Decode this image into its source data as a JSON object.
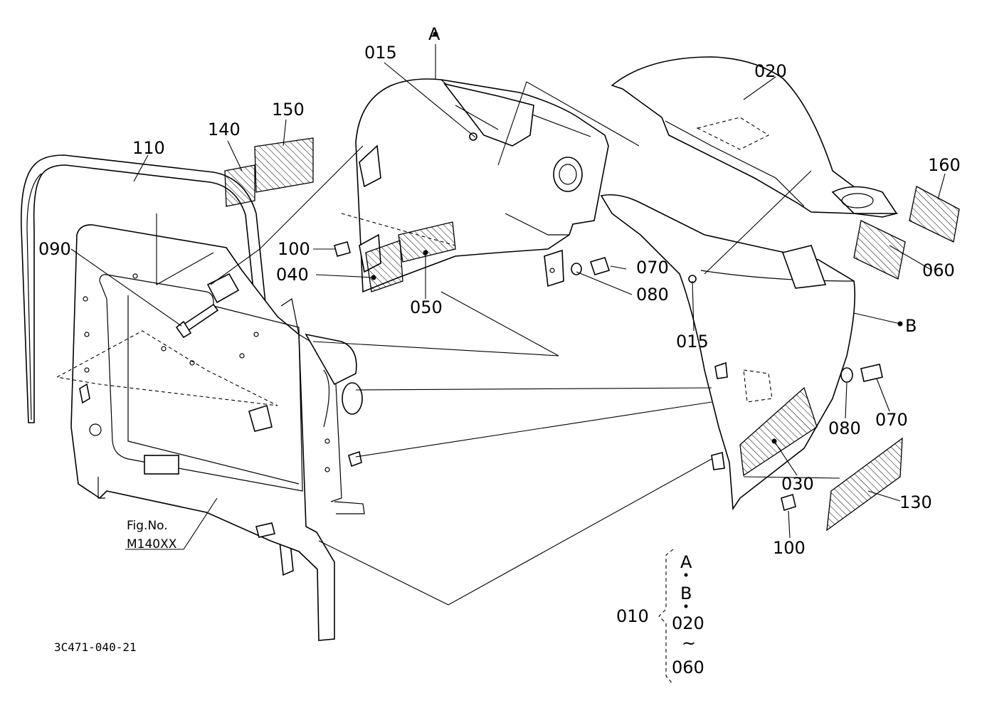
{
  "diagram": {
    "callouts": [
      "015",
      "020",
      "110",
      "140",
      "150",
      "160",
      "090",
      "100",
      "070",
      "040",
      "080",
      "050",
      "060",
      "015",
      "B",
      "080",
      "070",
      "030",
      "100",
      "130",
      "A"
    ],
    "figure_ref": {
      "line1": "Fig.No.",
      "line2": "M140XX"
    },
    "drawing_number": "3C471-040-21",
    "assembly": {
      "code": "010",
      "items": [
        "A",
        "B",
        "020",
        "~",
        "060"
      ]
    }
  }
}
